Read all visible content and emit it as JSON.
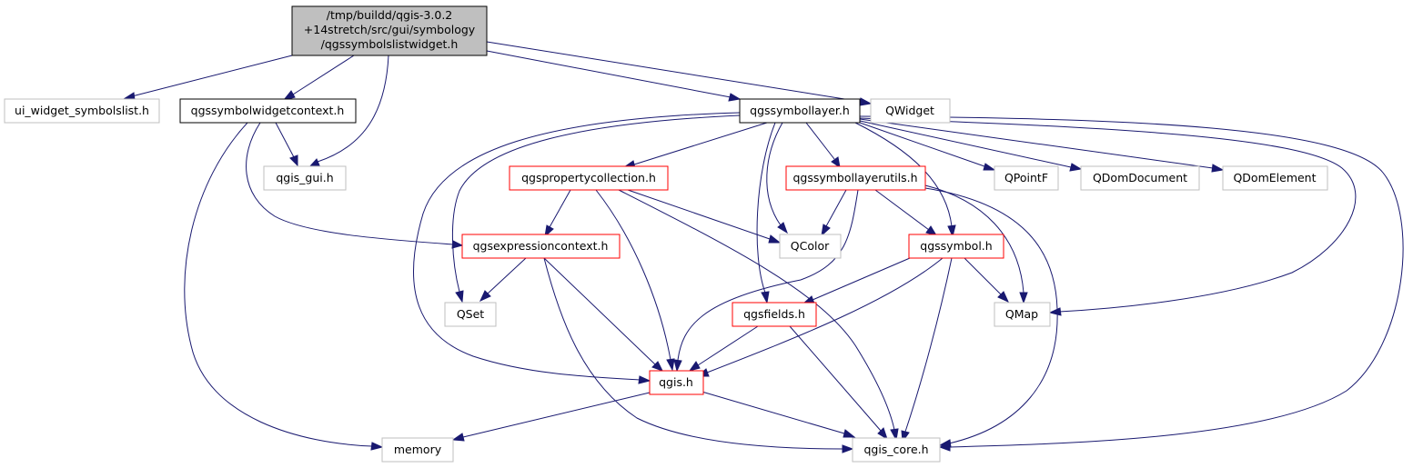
{
  "diagram": {
    "root": {
      "lines": [
        "/tmp/buildd/qgis-3.0.2",
        "+14stretch/src/gui/symbology",
        "/qgssymbolslistwidget.h"
      ]
    },
    "nodes": {
      "ui_widget_symbolslist": "ui_widget_symbolslist.h",
      "qgssymbolwidgetcontext": "qgssymbolwidgetcontext.h",
      "qgis_gui": "qgis_gui.h",
      "qgssymbollayer": "qgssymbollayer.h",
      "qwidget": "QWidget",
      "qgspropertycollection": "qgspropertycollection.h",
      "qgssymbollayerutils": "qgssymbollayerutils.h",
      "qpointf": "QPointF",
      "qdomdocument": "QDomDocument",
      "qdomelement": "QDomElement",
      "qgsexpressioncontext": "qgsexpressioncontext.h",
      "qcolor": "QColor",
      "qgssymbol": "qgssymbol.h",
      "qset": "QSet",
      "qgsfields": "qgsfields.h",
      "qmap": "QMap",
      "qgis": "qgis.h",
      "memory": "memory",
      "qgis_core": "qgis_core.h"
    },
    "colors": {
      "edge": "#191970",
      "documented_border": "#000000",
      "incomplete_border": "#ff0000",
      "external_border": "#bfbfbf",
      "root_fill": "#bfbfbf"
    }
  }
}
